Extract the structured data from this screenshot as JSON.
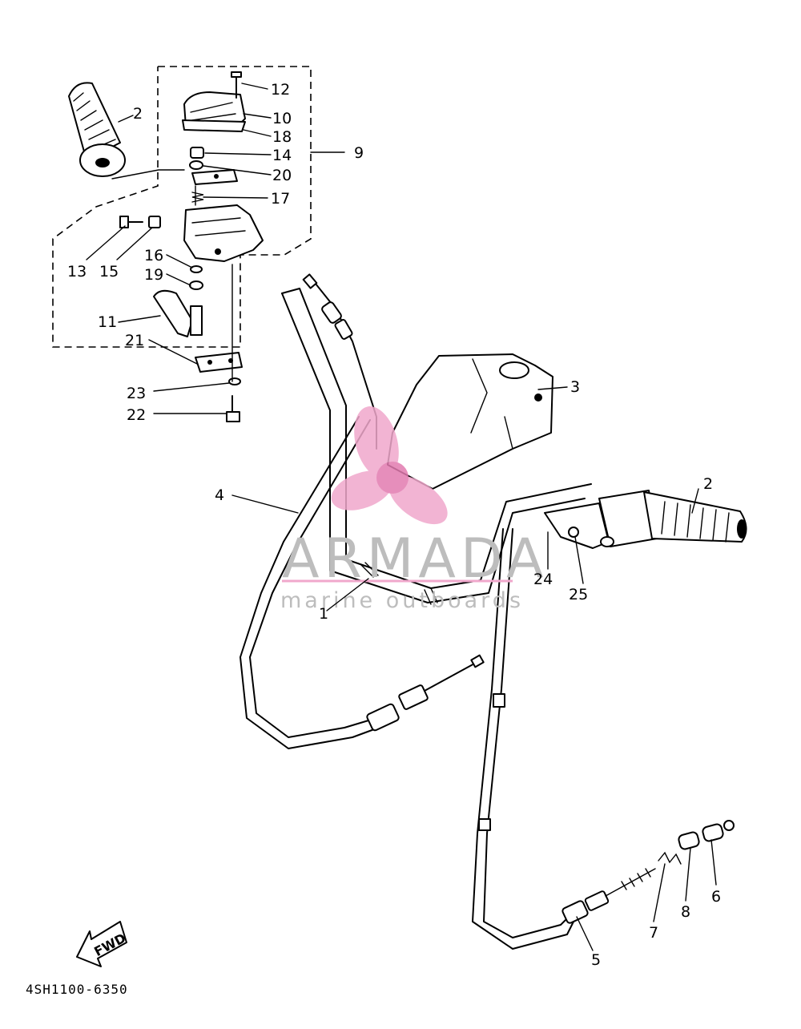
{
  "labels": {
    "p1": "1",
    "p2a": "2",
    "p2b": "2",
    "p3": "3",
    "p4": "4",
    "p5": "5",
    "p6": "6",
    "p7": "7",
    "p8": "8",
    "p9": "9",
    "p10": "10",
    "p11": "11",
    "p12": "12",
    "p13": "13",
    "p14": "14",
    "p15": "15",
    "p16": "16",
    "p17": "17",
    "p18": "18",
    "p19": "19",
    "p20": "20",
    "p21": "21",
    "p22": "22",
    "p23": "23",
    "p24": "24",
    "p25": "25"
  },
  "fwd_arrow": "FWD",
  "diagram_code": "4SH1100-6350",
  "watermark": {
    "name": "ARMADA",
    "tagline": "marine outboards",
    "logo_color": "#f0a8cc",
    "logo_hub_color": "#e27bb0",
    "text_color": "#bdbdbd"
  }
}
